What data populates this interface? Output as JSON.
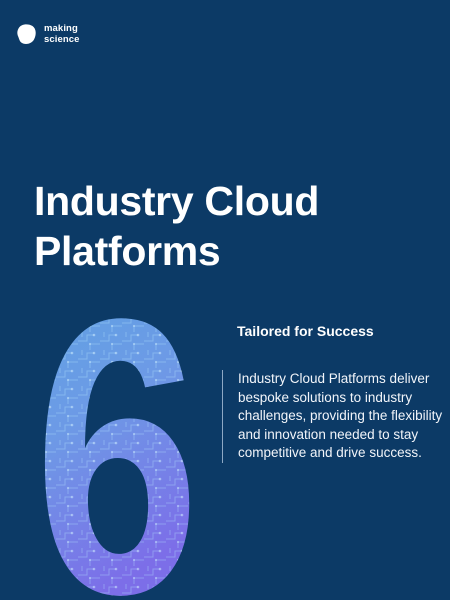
{
  "brand": {
    "logo_icon": "making-science-blob-icon",
    "line1": "making",
    "line2": "science"
  },
  "hero": {
    "title_line1": "Industry Cloud",
    "title_line2": "Platforms",
    "number": "6"
  },
  "content": {
    "subtitle": "Tailored for Success",
    "description": "Industry Cloud Platforms deliver bespoke solutions to industry challenges, providing the flexibility and innovation needed to stay competitive and drive success."
  },
  "colors": {
    "background": "#0c3a66",
    "text": "#ffffff",
    "accent_gradient_top": "#5fa2e3",
    "accent_gradient_bottom": "#7c6ee8"
  }
}
